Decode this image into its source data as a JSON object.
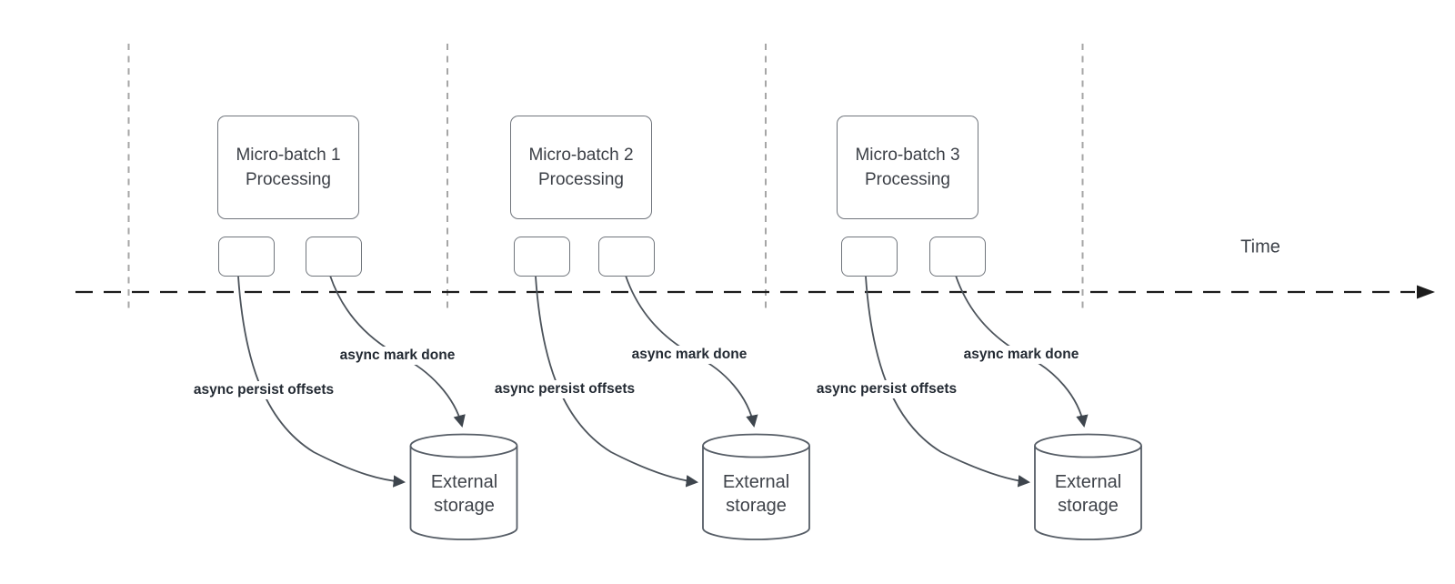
{
  "time_axis": {
    "label": "Time"
  },
  "batches": [
    {
      "processing_box_lines": [
        "Micro-batch 1",
        "Processing"
      ],
      "persist_arrow_label": "async persist offsets",
      "mark_done_arrow_label": "async mark done",
      "storage_lines": [
        "External",
        "storage"
      ]
    },
    {
      "processing_box_lines": [
        "Micro-batch 2",
        "Processing"
      ],
      "persist_arrow_label": "async persist offsets",
      "mark_done_arrow_label": "async mark done",
      "storage_lines": [
        "External",
        "storage"
      ]
    },
    {
      "processing_box_lines": [
        "Micro-batch 3",
        "Processing"
      ],
      "persist_arrow_label": "async persist offsets",
      "mark_done_arrow_label": "async mark done",
      "storage_lines": [
        "External",
        "storage"
      ]
    }
  ],
  "colors": {
    "background": "#ffffff",
    "connector_stroke": "#4c535b",
    "arrowhead_fill": "#3e454d",
    "shape_border": "#70757c",
    "guide_line": "#a6a6a6",
    "timeline": "#1c1c1c",
    "label_text": "#232a33",
    "shape_text": "#3b3f46"
  }
}
